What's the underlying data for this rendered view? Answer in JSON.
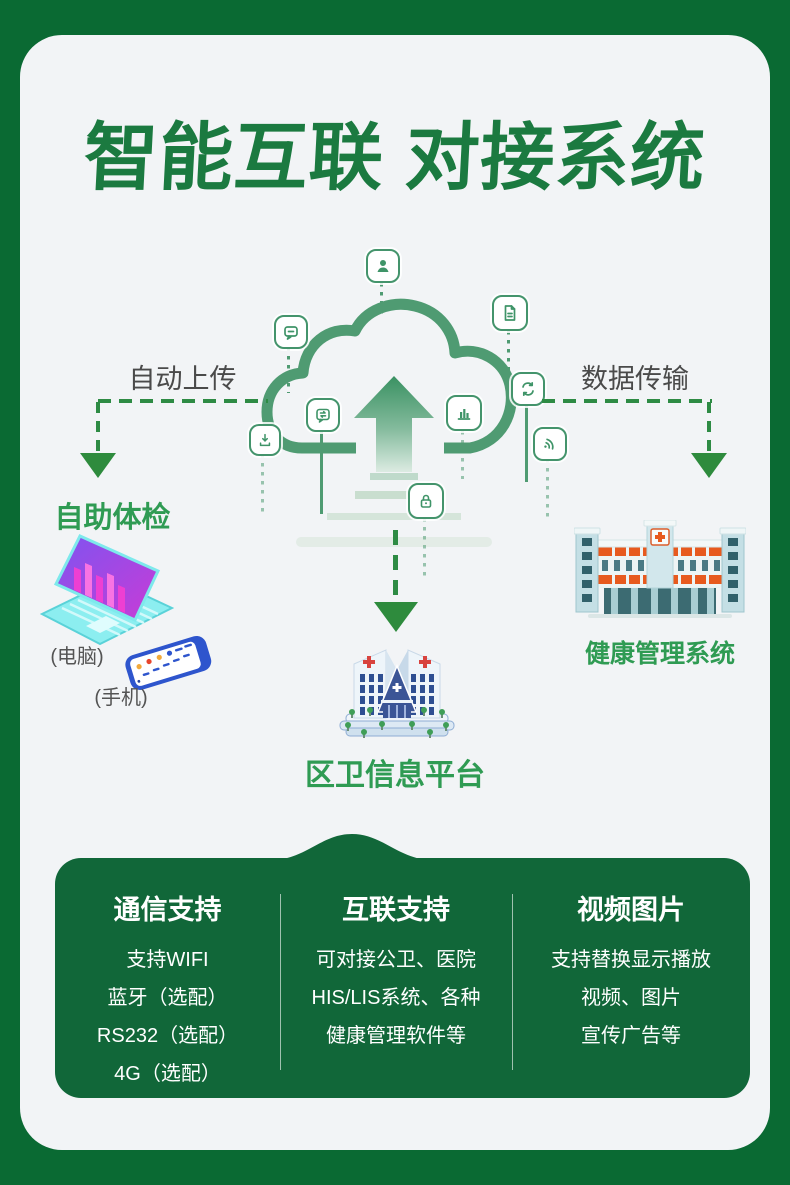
{
  "title": "智能互联 对接系统",
  "flows": {
    "left_label": "自动上传",
    "right_label": "数据传输"
  },
  "nodes": {
    "left": {
      "label": "自助体检",
      "computer_caption": "(电脑)",
      "phone_caption": "(手机)"
    },
    "center": {
      "label": "区卫信息平台"
    },
    "right": {
      "label": "健康管理系统"
    }
  },
  "cloud_icons": [
    "user",
    "document",
    "message",
    "sync",
    "bar-chart",
    "chat-sync",
    "download",
    "wifi",
    "lock"
  ],
  "features": {
    "columns": [
      {
        "title": "通信支持",
        "lines": [
          "支持WIFI",
          "蓝牙（选配）",
          "RS232（选配）",
          "4G（选配）"
        ]
      },
      {
        "title": "互联支持",
        "lines": [
          "可对接公卫、医院",
          "HIS/LIS系统、各种",
          "健康管理软件等"
        ]
      },
      {
        "title": "视频图片",
        "lines": [
          "支持替换显示播放",
          "视频、图片",
          "宣传广告等"
        ]
      }
    ]
  },
  "colors": {
    "frame_green": "#0a6a33",
    "panel_green": "#116739",
    "title_green": "#1b7a40",
    "label_green": "#2f9b53",
    "flow_green": "#2e8b44",
    "cloud_stroke": "#4f9b72",
    "text_gray": "#4a4a4a",
    "card_bg": "#f2f4f6"
  }
}
